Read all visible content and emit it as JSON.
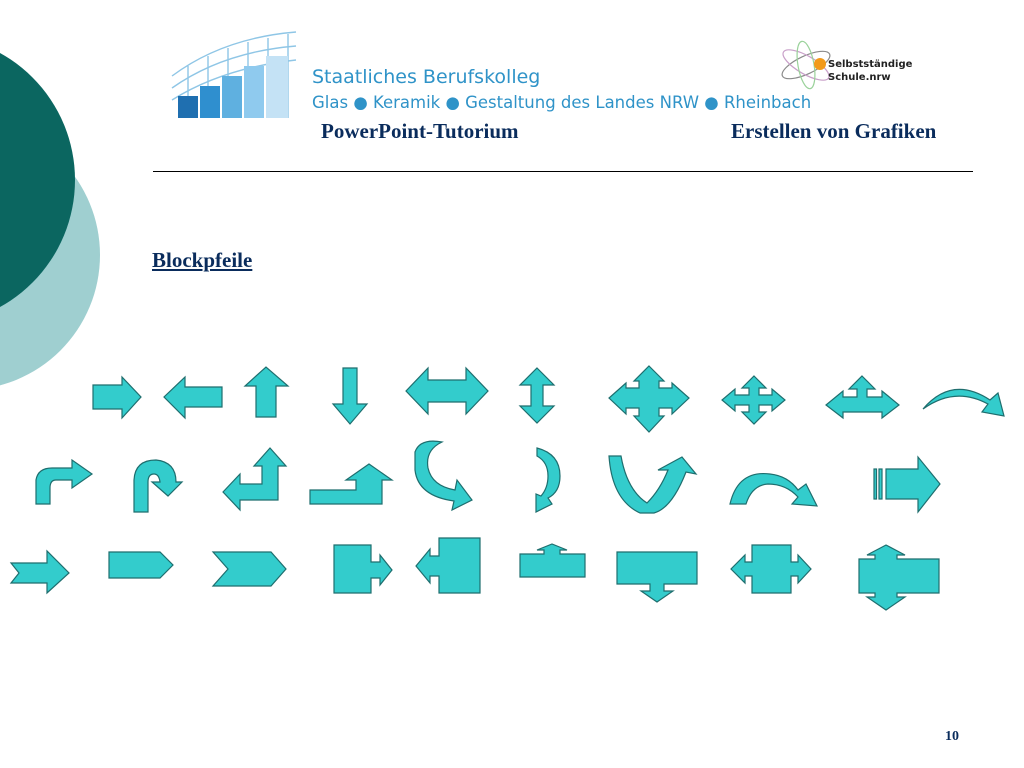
{
  "header": {
    "school_line1": "Staatliches Berufskolleg",
    "school_line2": "Glas ● Keramik ● Gestaltung des Landes NRW ● Rheinbach",
    "selb_line1": "Selbstständige",
    "selb_line2": "Schule.nrw",
    "tutorial": "PowerPoint-Tutorium",
    "topic": "Erstellen von Grafiken"
  },
  "content": {
    "section_title": "Blockpfeile"
  },
  "footer": {
    "page_number": "10"
  },
  "colors": {
    "arrow_fill": "#33cccc",
    "arrow_dark": "#2a9a9a",
    "deco_dark": "#0b6660",
    "deco_light": "#9fcfd0",
    "title_text": "#0a2c5c",
    "school_text": "#2f93c8"
  },
  "icons": {
    "school_logo": "building-grid-logo",
    "selb_logo": "atom-orbit-logo"
  }
}
